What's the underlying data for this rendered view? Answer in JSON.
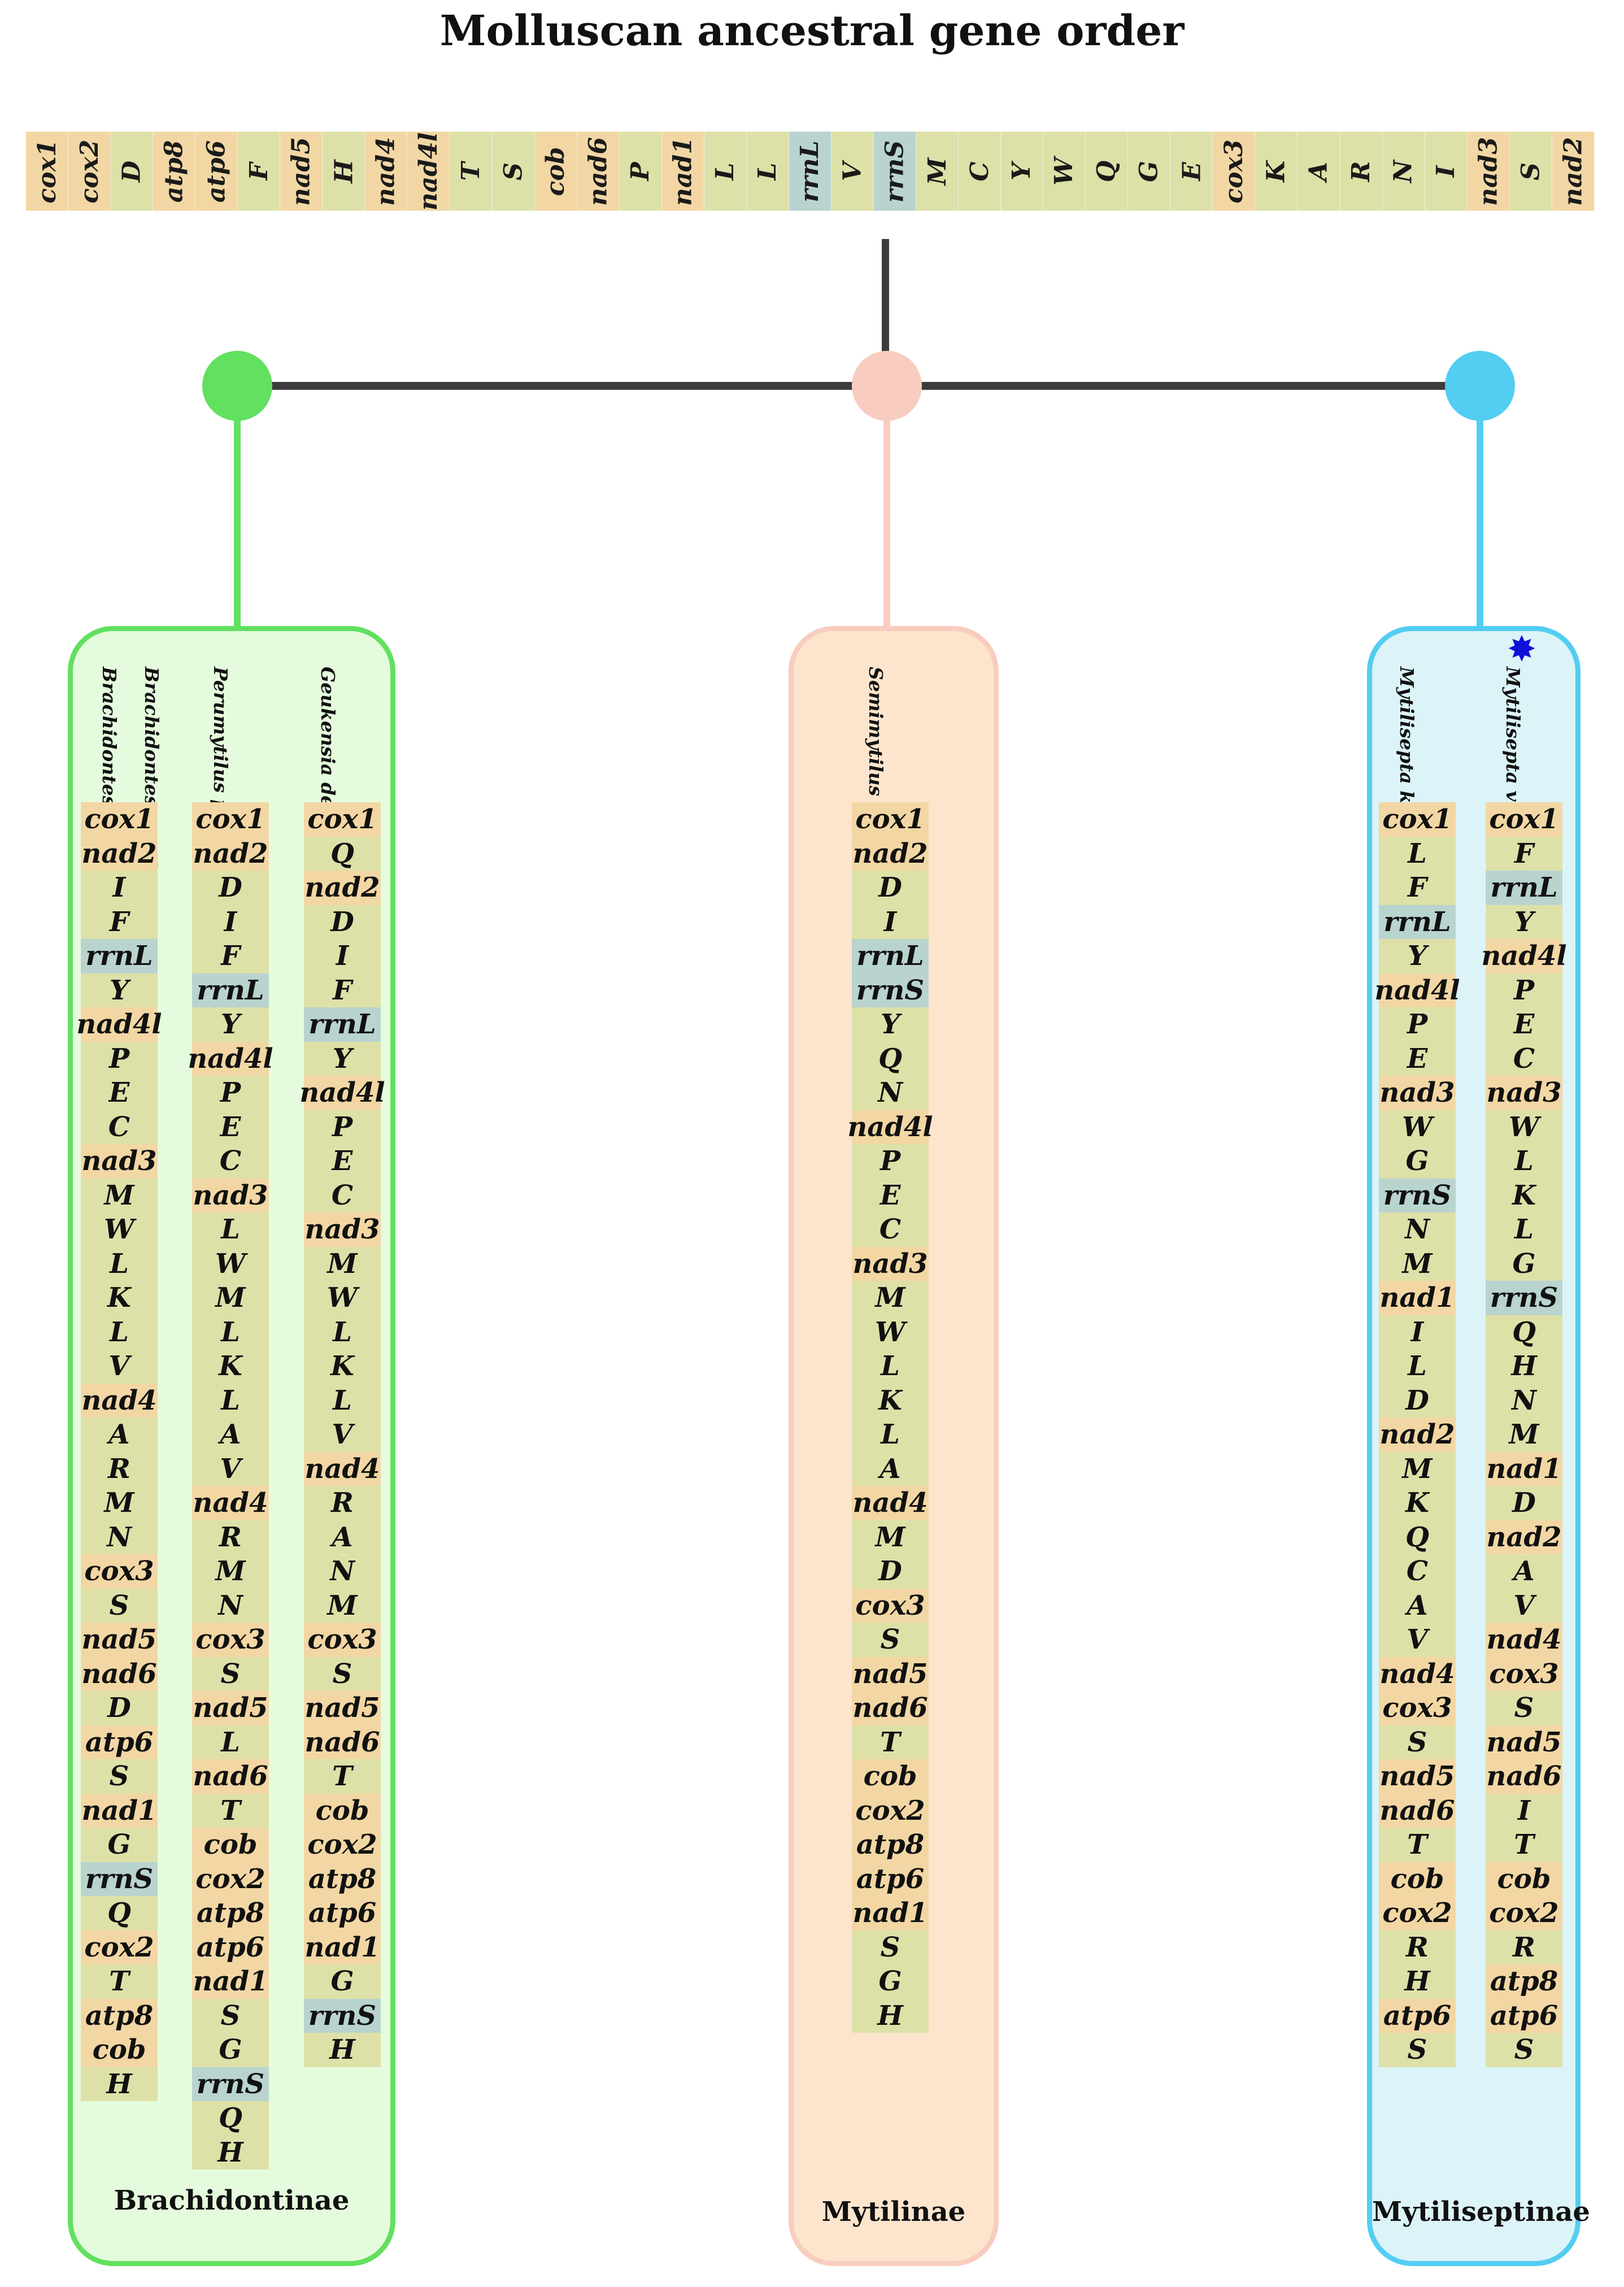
{
  "title": "Molluscan ancestral gene order",
  "colors": {
    "protein_coding": "#f2d7a4",
    "trna": "#dde1a8",
    "rrna": "#b9d3cf",
    "tree_line": "#3c3c3c",
    "brachidontinae": "#62e060",
    "mytilinae": "#f8cdbf",
    "mytiliseptinae": "#53cdf2"
  },
  "ancestral_order": [
    "cox1",
    "cox2",
    "D",
    "atp8",
    "atp6",
    "F",
    "nad5",
    "H",
    "nad4",
    "nad4l",
    "T",
    "S",
    "cob",
    "nad6",
    "P",
    "nad1",
    "L",
    "L",
    "rrnL",
    "V",
    "rrnS",
    "M",
    "C",
    "Y",
    "W",
    "Q",
    "G",
    "E",
    "cox3",
    "K",
    "A",
    "R",
    "N",
    "I",
    "nad3",
    "S",
    "nad2"
  ],
  "clades": [
    {
      "name": "Brachidontinae",
      "species": [
        {
          "name": "Brachidontes pharaonis",
          "genes": [
            "cox1",
            "nad2",
            "I",
            "F",
            "rrnL",
            "Y",
            "nad4l",
            "P",
            "E",
            "C",
            "nad3",
            "M",
            "W",
            "L",
            "K",
            "L",
            "V",
            "nad4",
            "A",
            "R",
            "M",
            "N",
            "cox3",
            "S",
            "nad5",
            "nad6",
            "D",
            "atp6",
            "S",
            "nad1",
            "G",
            "rrnS",
            "Q",
            "cox2",
            "T",
            "atp8",
            "cob",
            "H"
          ]
        },
        {
          "name": "Brachidontes exustus",
          "genes": []
        },
        {
          "name": "Perumytilus purpuratus",
          "genes": [
            "cox1",
            "nad2",
            "D",
            "I",
            "F",
            "rrnL",
            "Y",
            "nad4l",
            "P",
            "E",
            "C",
            "nad3",
            "L",
            "W",
            "M",
            "L",
            "K",
            "L",
            "A",
            "V",
            "nad4",
            "R",
            "M",
            "N",
            "cox3",
            "S",
            "nad5",
            "L",
            "nad6",
            "T",
            "cob",
            "cox2",
            "atp8",
            "atp6",
            "nad1",
            "S",
            "G",
            "rrnS",
            "Q",
            "H"
          ]
        },
        {
          "name": "Geukensia demissa",
          "genes": [
            "cox1",
            "Q",
            "nad2",
            "D",
            "I",
            "F",
            "rrnL",
            "Y",
            "nad4l",
            "P",
            "E",
            "C",
            "nad3",
            "M",
            "W",
            "L",
            "K",
            "L",
            "V",
            "nad4",
            "R",
            "A",
            "N",
            "M",
            "cox3",
            "S",
            "nad5",
            "nad6",
            "T",
            "cob",
            "cox2",
            "atp8",
            "atp6",
            "nad1",
            "G",
            "rrnS",
            "H"
          ]
        }
      ]
    },
    {
      "name": "Mytilinae",
      "species": [
        {
          "name": "Semimytilus patagonicus",
          "genes": [
            "cox1",
            "nad2",
            "D",
            "I",
            "rrnL",
            "rrnS",
            "Y",
            "Q",
            "N",
            "nad4l",
            "P",
            "E",
            "C",
            "nad3",
            "M",
            "W",
            "L",
            "K",
            "L",
            "A",
            "nad4",
            "M",
            "D",
            "cox3",
            "S",
            "nad5",
            "nad6",
            "T",
            "cob",
            "cox2",
            "atp8",
            "atp6",
            "nad1",
            "S",
            "G",
            "H"
          ]
        }
      ]
    },
    {
      "name": "Mytiliseptinae",
      "species": [
        {
          "name": "Mytilisepta keenae",
          "genes": [
            "cox1",
            "L",
            "F",
            "rrnL",
            "Y",
            "nad4l",
            "P",
            "E",
            "nad3",
            "W",
            "G",
            "rrnS",
            "N",
            "M",
            "nad1",
            "I",
            "L",
            "D",
            "nad2",
            "M",
            "K",
            "Q",
            "C",
            "A",
            "V",
            "nad4",
            "cox3",
            "S",
            "nad5",
            "nad6",
            "T",
            "cob",
            "cox2",
            "R",
            "H",
            "atp6",
            "S"
          ]
        },
        {
          "name": "Mytilisepta virgata",
          "genes": [
            "cox1",
            "F",
            "rrnL",
            "Y",
            "nad4l",
            "P",
            "E",
            "C",
            "nad3",
            "W",
            "L",
            "K",
            "L",
            "G",
            "rrnS",
            "Q",
            "H",
            "N",
            "M",
            "nad1",
            "D",
            "nad2",
            "A",
            "V",
            "nad4",
            "cox3",
            "S",
            "nad5",
            "nad6",
            "I",
            "T",
            "cob",
            "cox2",
            "R",
            "atp8",
            "atp6",
            "S"
          ]
        }
      ]
    }
  ]
}
